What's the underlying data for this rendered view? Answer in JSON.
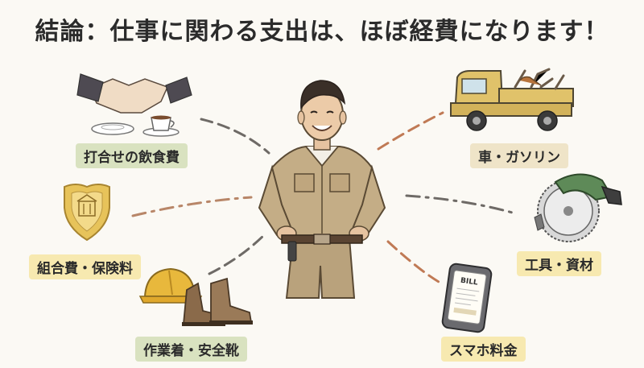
{
  "title": "結論：仕事に関わる支出は、ほぼ経費になります！",
  "items": [
    {
      "label": "打合せの飲食費",
      "icon": "handshake-coffee-icon"
    },
    {
      "label": "組合費・保険料",
      "icon": "shield-emblem-icon"
    },
    {
      "label": "作業着・安全靴",
      "icon": "helmet-boots-icon"
    },
    {
      "label": "車・ガソリン",
      "icon": "truck-icon"
    },
    {
      "label": "工具・資材",
      "icon": "circular-saw-icon"
    },
    {
      "label": "スマホ料金",
      "icon": "smartphone-bill-icon"
    }
  ],
  "phone_bill_text": "BILL",
  "colors": {
    "connector": "#7a6a5a",
    "connector_accent": "#c07a55",
    "workwear": "#b9a27c",
    "helmet": "#e8b83c",
    "truck": "#e0c26a",
    "shield": "#e7c35a"
  }
}
